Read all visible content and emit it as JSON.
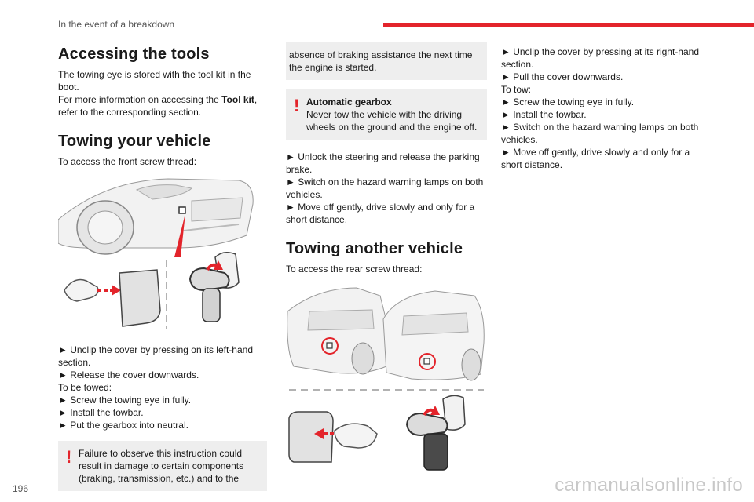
{
  "header": {
    "section_title": "In the event of a breakdown"
  },
  "page_number": "196",
  "watermark": "carmanualsonline.info",
  "col1": {
    "h_tools": "Accessing the tools",
    "tools_p1": "The towing eye is stored with the tool kit in the boot.",
    "tools_p2_pre": "For more information on accessing the ",
    "tools_p2_bold": "Tool kit",
    "tools_p2_post": ", refer to the corresponding section.",
    "h_towing": "Towing your vehicle",
    "front_access": "To access the front screw thread:",
    "steps1": [
      "► Unclip the cover by pressing on its left-hand section.",
      "► Release the cover downwards.",
      "To be towed:",
      "► Screw the towing eye in fully.",
      "► Install the towbar.",
      "► Put the gearbox into neutral."
    ],
    "warning": "Failure to observe this instruction could result in damage to certain components (braking, transmission, etc.) and to the"
  },
  "col2": {
    "warning_cont": "absence of braking assistance the next time the engine is started.",
    "auto_title": "Automatic gearbox",
    "auto_text": "Never tow the vehicle with the driving wheels on the ground and the engine off.",
    "steps2": [
      "► Unlock the steering and release the parking brake.",
      "► Switch on the hazard warning lamps on both vehicles.",
      "► Move off gently, drive slowly and only for a short distance."
    ],
    "h_another": "Towing another vehicle",
    "rear_access": "To access the rear screw thread:"
  },
  "col3": {
    "steps3": [
      "► Unclip the cover by pressing at its right-hand section.",
      "► Pull the cover downwards.",
      "To tow:",
      "► Screw the towing eye in fully.",
      "► Install the towbar.",
      "► Switch on the hazard warning lamps on both vehicles.",
      "► Move off gently, drive slowly and only for a short distance."
    ]
  }
}
